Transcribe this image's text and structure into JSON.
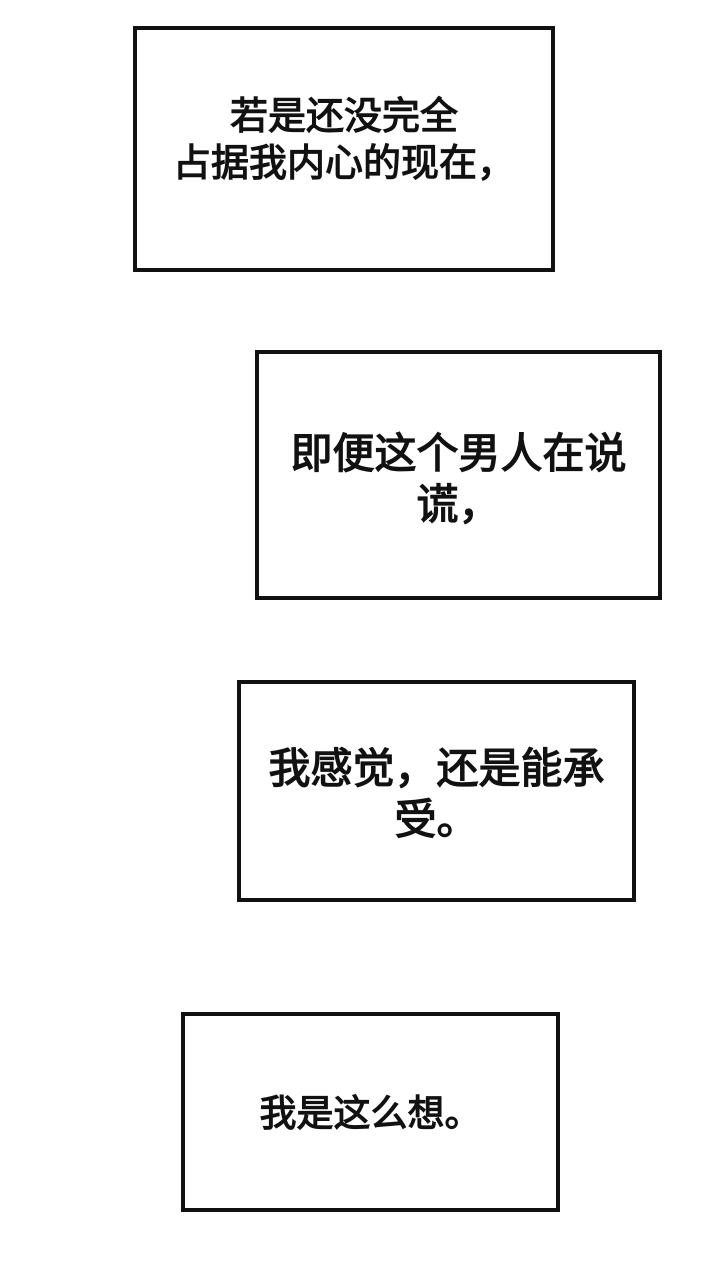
{
  "page": {
    "background_color": "#ffffff",
    "border_color": "#111111",
    "text_color": "#111111",
    "panel_count": 4
  },
  "panels": [
    {
      "id": "panel-1",
      "text": "若是还没完全\n占据我内心的现在，",
      "lines": [
        "若是还没完全",
        "占据我内心的现在，"
      ],
      "align": "center"
    },
    {
      "id": "panel-2",
      "text": "即便这个男人在说谎，",
      "lines": [
        "即便这个男人在说谎，"
      ],
      "align": "center"
    },
    {
      "id": "panel-3",
      "text": "我感觉，还是能承受。",
      "lines": [
        "我感觉，还是能承受。"
      ],
      "align": "center"
    },
    {
      "id": "panel-4",
      "text": "我是这么想。",
      "lines": [
        "我是这么想。"
      ],
      "align": "center"
    }
  ]
}
